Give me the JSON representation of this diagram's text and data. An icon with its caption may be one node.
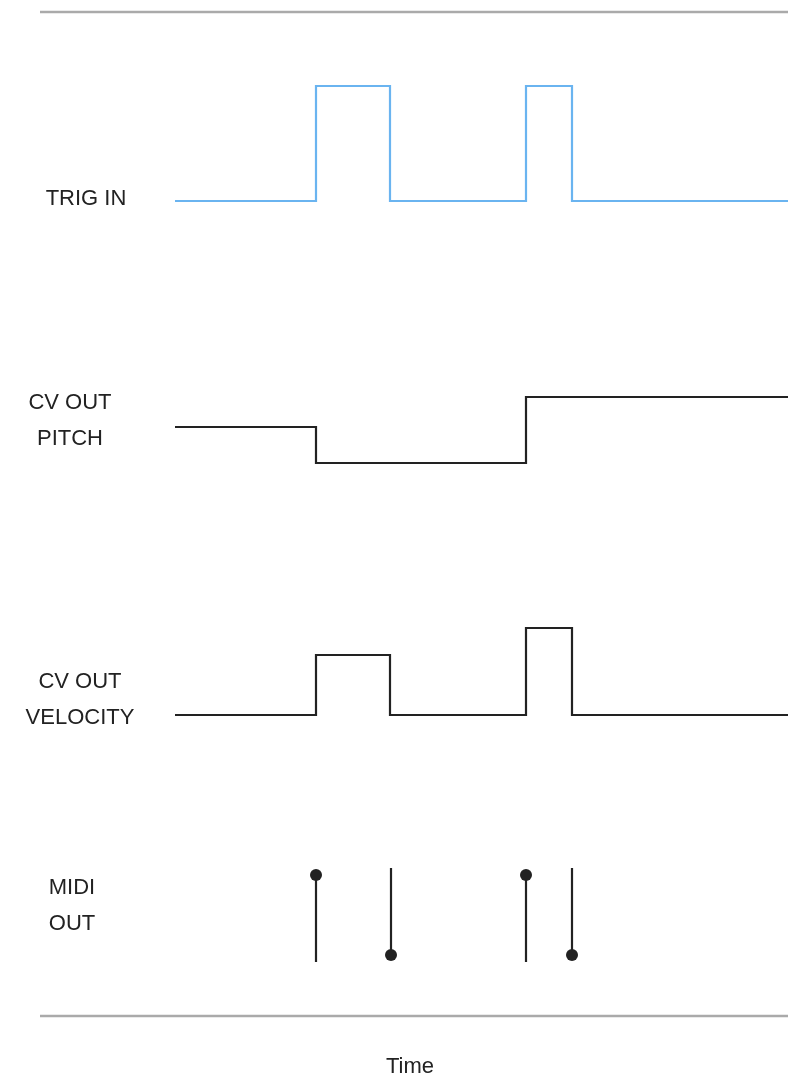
{
  "diagram": {
    "labels": [
      "TRIG IN",
      "CV OUT PITCH",
      "CV OUT VELOCITY",
      "MIDI OUT",
      "Time"
    ]
  }
}
